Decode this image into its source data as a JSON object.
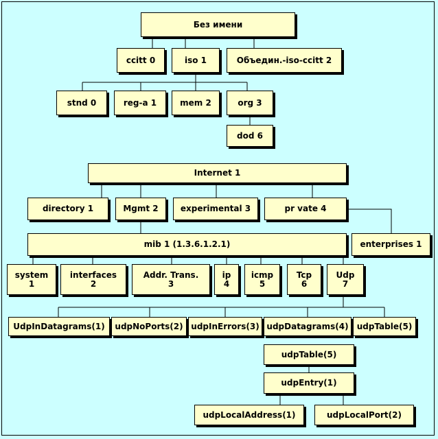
{
  "tree": {
    "root": "Без имени",
    "level1": [
      "ccitt 0",
      "iso 1",
      "Объедин.-iso-ccitt 2"
    ],
    "iso_children": [
      "stnd 0",
      "reg-a 1",
      "mem 2",
      "org 3"
    ],
    "org_child": "dod 6",
    "internet": "Internet 1",
    "internet_children": [
      "directory 1",
      "Mgmt 2",
      "experimental 3",
      "pr vate 4"
    ],
    "mib": "mib 1 (1.3.6.1.2.1)",
    "enterprises": "enterprises 1",
    "mib_groups": [
      {
        "name": "system",
        "num": "1"
      },
      {
        "name": "interfaces",
        "num": "2"
      },
      {
        "name": "Addr. Trans.",
        "num": "3"
      },
      {
        "name": "ip",
        "num": "4"
      },
      {
        "name": "icmp",
        "num": "5"
      },
      {
        "name": "Tcp",
        "num": "6"
      },
      {
        "name": "Udp",
        "num": "7"
      }
    ],
    "udp_objects": [
      "UdpInDatagrams(1)",
      "udpNoPorts(2)",
      "udpInErrors(3)",
      "udpDatagrams(4)",
      "udpTable(5)"
    ],
    "udp_table": "udpTable(5)",
    "udp_entry": "udpEntry(1)",
    "entry_fields": [
      "udpLocalAddress(1)",
      "udpLocalPort(2)"
    ]
  }
}
